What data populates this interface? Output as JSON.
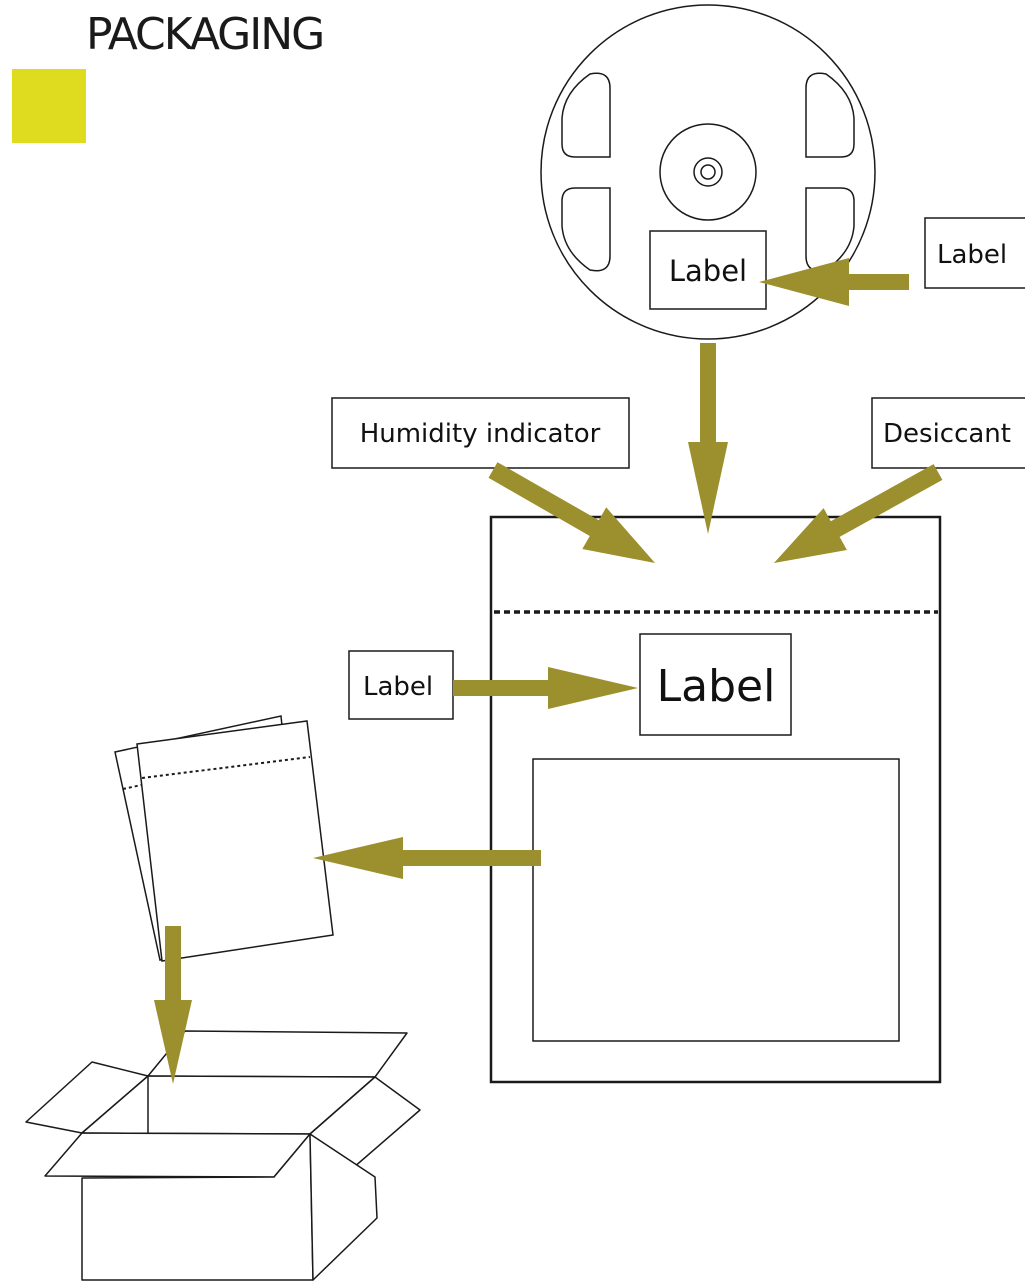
{
  "title": "PACKAGING",
  "colors": {
    "accent": "#dfdb1f",
    "arrow": "#9c8f2d",
    "line": "#1a1a1a"
  },
  "labels": {
    "reel_label": "Label",
    "reel_label_callout": "Label",
    "humidity_indicator": "Humidity indicator",
    "desiccant": "Desiccant",
    "bag_label_callout": "Label",
    "bag_label": "Label"
  }
}
